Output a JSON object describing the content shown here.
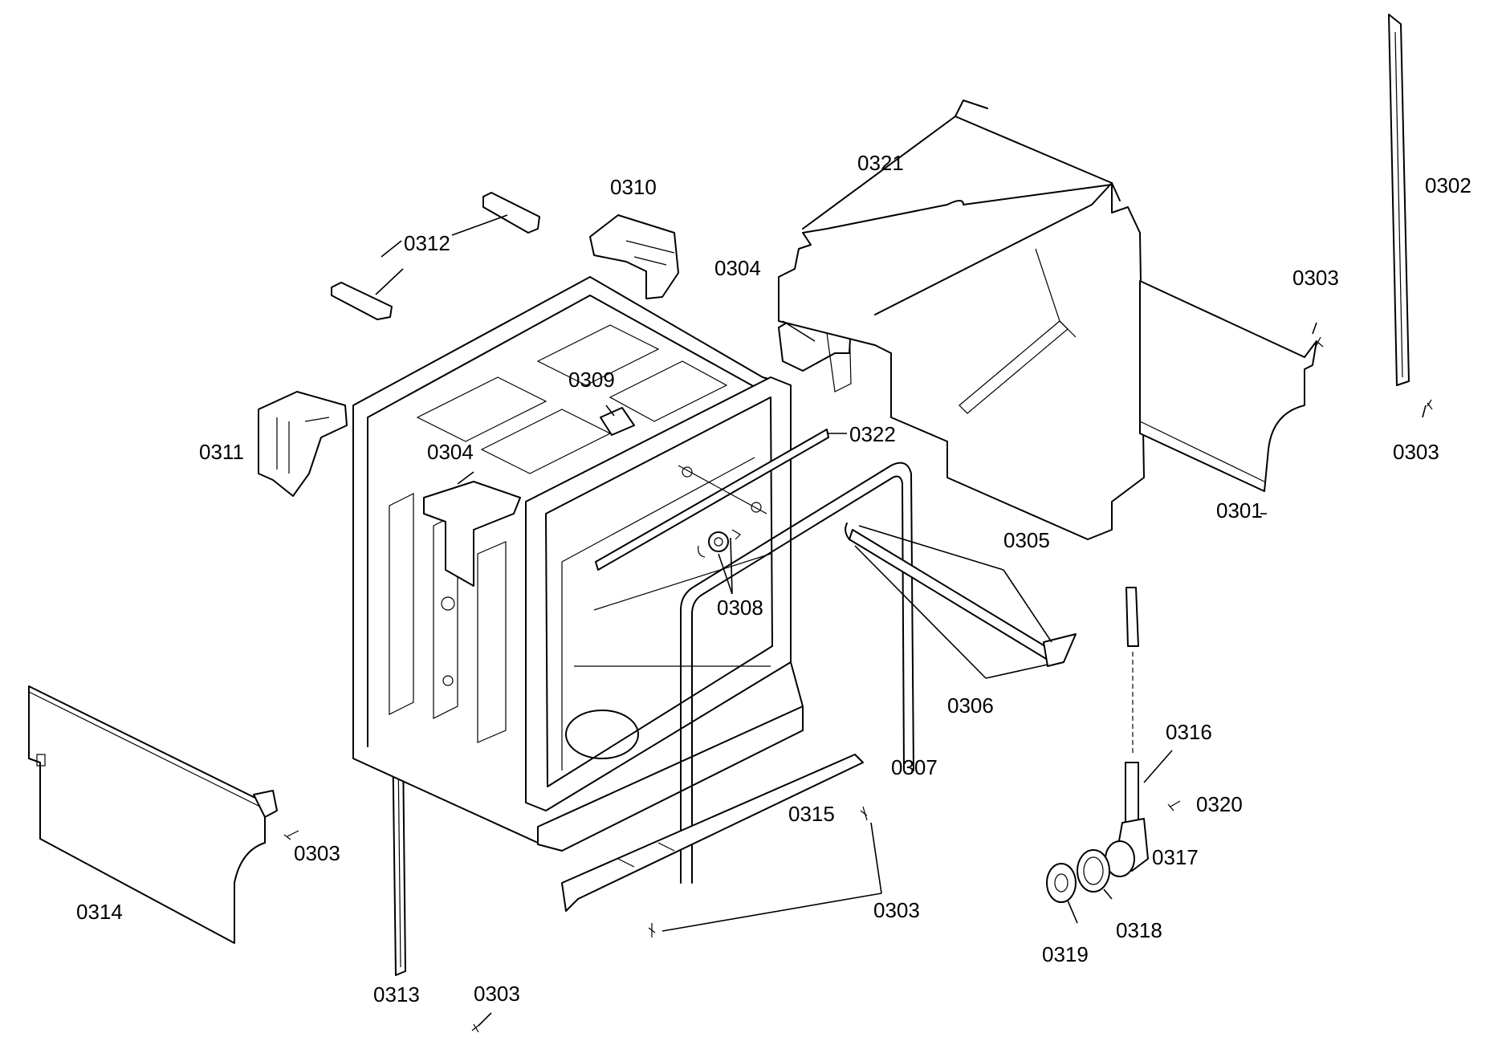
{
  "labels": {
    "l0301": "0301",
    "l0302": "0302",
    "l0303a": "0303",
    "l0303b": "0303",
    "l0303c": "0303",
    "l0303d": "0303",
    "l0303e": "0303",
    "l0304a": "0304",
    "l0304b": "0304",
    "l0305": "0305",
    "l0306": "0306",
    "l0307": "0307",
    "l0308": "0308",
    "l0309": "0309",
    "l0310": "0310",
    "l0311": "0311",
    "l0312": "0312",
    "l0313": "0313",
    "l0314": "0314",
    "l0315": "0315",
    "l0316": "0316",
    "l0317": "0317",
    "l0318": "0318",
    "l0319": "0319",
    "l0320": "0320",
    "l0321": "0321",
    "l0322": "0322"
  }
}
